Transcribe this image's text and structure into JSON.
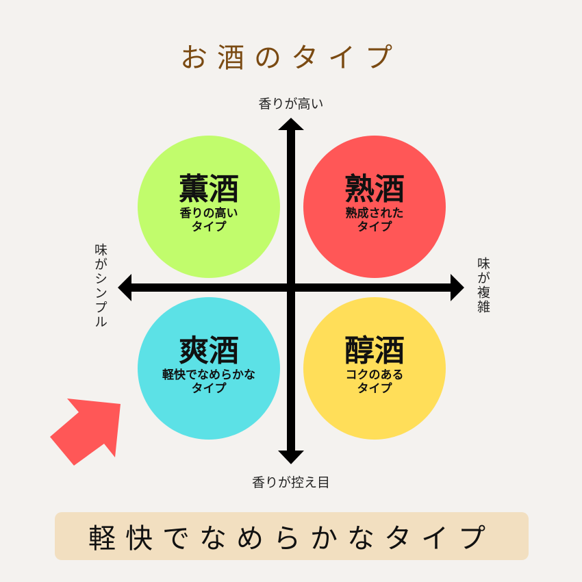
{
  "title": "お酒のタイプ",
  "axes": {
    "top": "香りが高い",
    "bottom": "香りが控え目",
    "left": "味がシンプル",
    "right": "味が複雑"
  },
  "quadrants": [
    {
      "name": "薫酒",
      "desc": "香りの高い\nタイプ",
      "color": "#c1fc6c"
    },
    {
      "name": "熟酒",
      "desc": "熟成された\nタイプ",
      "color": "#ff5757"
    },
    {
      "name": "爽酒",
      "desc": "軽快でなめらかな\nタイプ",
      "color": "#5ce1e6"
    },
    {
      "name": "醇酒",
      "desc": "コクのある\nタイプ",
      "color": "#ffde59"
    }
  ],
  "highlight": "軽快でなめらかなタイプ",
  "pointer_color": "#ff5757"
}
